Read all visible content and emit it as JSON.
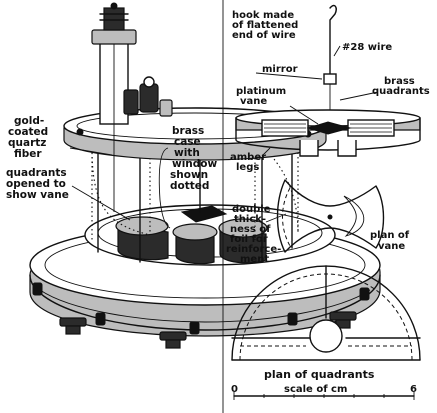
{
  "labels": {
    "hook": [
      "hook made",
      "of flattened",
      "end of wire"
    ],
    "wire": "#28 wire",
    "mirror": "mirror",
    "platinum_vane": [
      "platinum",
      "vane"
    ],
    "brass_quadrants": [
      "brass",
      "quadrants"
    ],
    "amber_legs": [
      "amber",
      "legs"
    ],
    "gold_fiber": [
      "gold-",
      "coated",
      "quartz",
      "fiber"
    ],
    "brass_case": [
      "brass",
      "case",
      "with",
      "window",
      "shown",
      "dotted"
    ],
    "quadrants_opened": [
      "quadrants",
      "opened to",
      "show vane"
    ],
    "double_thickness": [
      "double",
      "thick-",
      "ness of",
      "foil for",
      "reinforce-",
      "ment"
    ],
    "plan_of_vane": [
      "plan of",
      "vane"
    ],
    "plan_of_quadrants": "plan of quadrants",
    "scale": "scale of cm",
    "scale_min": "0",
    "scale_max": "6"
  }
}
